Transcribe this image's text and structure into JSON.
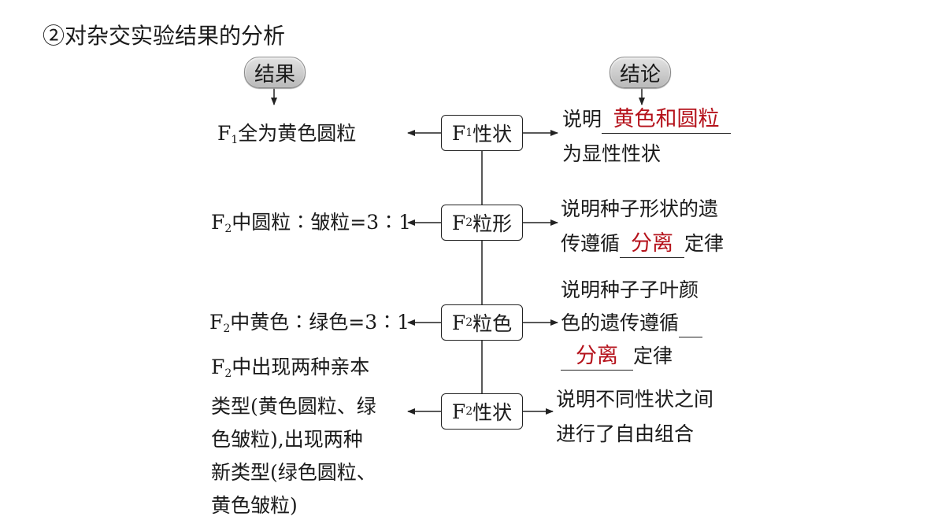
{
  "title": "②对杂交实验结果的分析",
  "headers": {
    "result": "结果",
    "conclusion": "结论"
  },
  "nodes": [
    {
      "pre": "F",
      "sub": "1",
      "post": "性状"
    },
    {
      "pre": "F",
      "sub": "2",
      "post": "粒形"
    },
    {
      "pre": "F",
      "sub": "2",
      "post": "粒色"
    },
    {
      "pre": "F",
      "sub": "2",
      "post": "性状"
    }
  ],
  "results": {
    "r1": {
      "pre": "F",
      "sub": "1",
      "post": "全为黄色圆粒"
    },
    "r2": {
      "pre": "F",
      "sub": "2",
      "post": "中圆粒∶皱粒=3∶1"
    },
    "r3": {
      "pre": "F",
      "sub": "2",
      "post": "中黄色∶绿色=3∶1"
    },
    "r4": {
      "pre": "F",
      "sub": "2",
      "post": "中出现两种亲本",
      "line2": "类型(黄色圆粒、绿",
      "line3": "色皱粒),出现两种",
      "line4": "新类型(绿色圆粒、",
      "line5": "黄色皱粒)"
    }
  },
  "conclusions": {
    "c1": {
      "a": "说明",
      "fill": "黄色和圆粒",
      "b": "为显性性状"
    },
    "c2": {
      "a": "说明种子形状的遗",
      "b": "传遵循",
      "fill": "分离",
      "c": "定律"
    },
    "c3": {
      "a": "说明种子子叶颜",
      "b": "色的遗传遵循",
      "fill": "分离",
      "c": "定律"
    },
    "c4": {
      "a": "说明不同性状之间",
      "b": "进行了自由组合"
    }
  }
}
